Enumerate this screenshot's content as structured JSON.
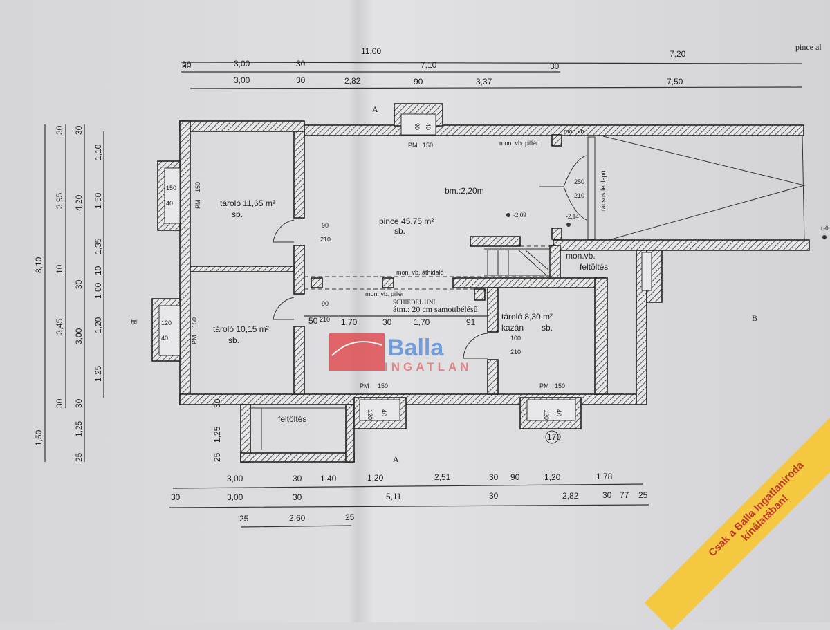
{
  "title_corner": "pince al",
  "section_marks": {
    "a_top": "A",
    "a_bottom": "A",
    "b_left": "B",
    "b_right": "B"
  },
  "rooms": {
    "storage1": {
      "name": "tároló 11,65 m²",
      "floor": "sb."
    },
    "storage2": {
      "name": "tároló 10,15 m²",
      "floor": "sb."
    },
    "cellar": {
      "name": "pince 45,75 m²",
      "floor": "sb.",
      "height": "bm.:2,20m"
    },
    "boiler": {
      "name": "tároló 8,30 m²",
      "sub": "kazán",
      "floor": "sb."
    },
    "fill1": "feltöltés",
    "fill2": "feltöltés",
    "mon_vb_fill": "mon.vb."
  },
  "notes": {
    "pillar_top": "mon. vb. pillér",
    "mon_vb": "mon.vb.",
    "lintel": "mon. vb. áthidaló",
    "pillar_mid": "mon. vb. pillér",
    "chimney": "SCHIEDEL UNI",
    "chimney_sub": "átm.: 20 cm samottbélésű",
    "grate": "rácsos fedlapú",
    "level1": "-2,09",
    "level2": "-2,14",
    "level3": "+-0",
    "circle": "170"
  },
  "openings": {
    "win_top": [
      "PM",
      "150",
      "90",
      "40"
    ],
    "win_left1": [
      "150",
      "40",
      "PM",
      "150"
    ],
    "win_left2": [
      "120",
      "40",
      "PM",
      "150"
    ],
    "win_bot1": [
      "PM",
      "150",
      "120",
      "40"
    ],
    "win_bot2": [
      "PM",
      "150",
      "120",
      "40"
    ],
    "door1": [
      "90",
      "210"
    ],
    "door2": [
      "90",
      "210",
      "50"
    ],
    "door3": [
      "100",
      "210"
    ],
    "door4": [
      "250",
      "210"
    ]
  },
  "dims": {
    "top1": [
      "30",
      "11,00",
      "7,20"
    ],
    "top2": [
      "30",
      "3,00",
      "30",
      "7,10",
      "30"
    ],
    "top3": [
      "3,00",
      "30",
      "2,82",
      "90",
      "3,37",
      "7,50"
    ],
    "left1": [
      "8,10",
      "1,50"
    ],
    "left2": [
      "30",
      "3,95",
      "10",
      "3,45",
      "30"
    ],
    "left3": [
      "30",
      "4,20",
      "30",
      "3,00",
      "30",
      "1,25",
      "25"
    ],
    "left4": [
      "1,10",
      "1,50",
      "1,35",
      "10",
      "1,00",
      "1,20",
      "1,25"
    ],
    "left5": [
      "30",
      "1,25",
      "25"
    ],
    "inner": [
      "1,70",
      "30",
      "1,70",
      "91"
    ],
    "bot1": [
      "3,00",
      "30",
      "1,40",
      "1,20",
      "2,51",
      "30",
      "90",
      "1,20",
      "1,78"
    ],
    "bot2": [
      "30",
      "3,00",
      "30",
      "5,11",
      "30",
      "2,82",
      "30",
      "77",
      "25"
    ],
    "bot3": [
      "25",
      "2,60",
      "25"
    ]
  },
  "watermark": {
    "brand": "Balla",
    "sub": "INGATLAN"
  },
  "ribbon": {
    "line1": "Csak a Balla Ingatlaniroda",
    "line2": "kínálatában!"
  },
  "colors": {
    "paper": "#d9d9dc",
    "ink": "#222222",
    "watermark_red": "#e0474c",
    "watermark_blue": "#2a6fd6",
    "ribbon": "#f5c842",
    "ribbon_text": "#c0392b"
  }
}
